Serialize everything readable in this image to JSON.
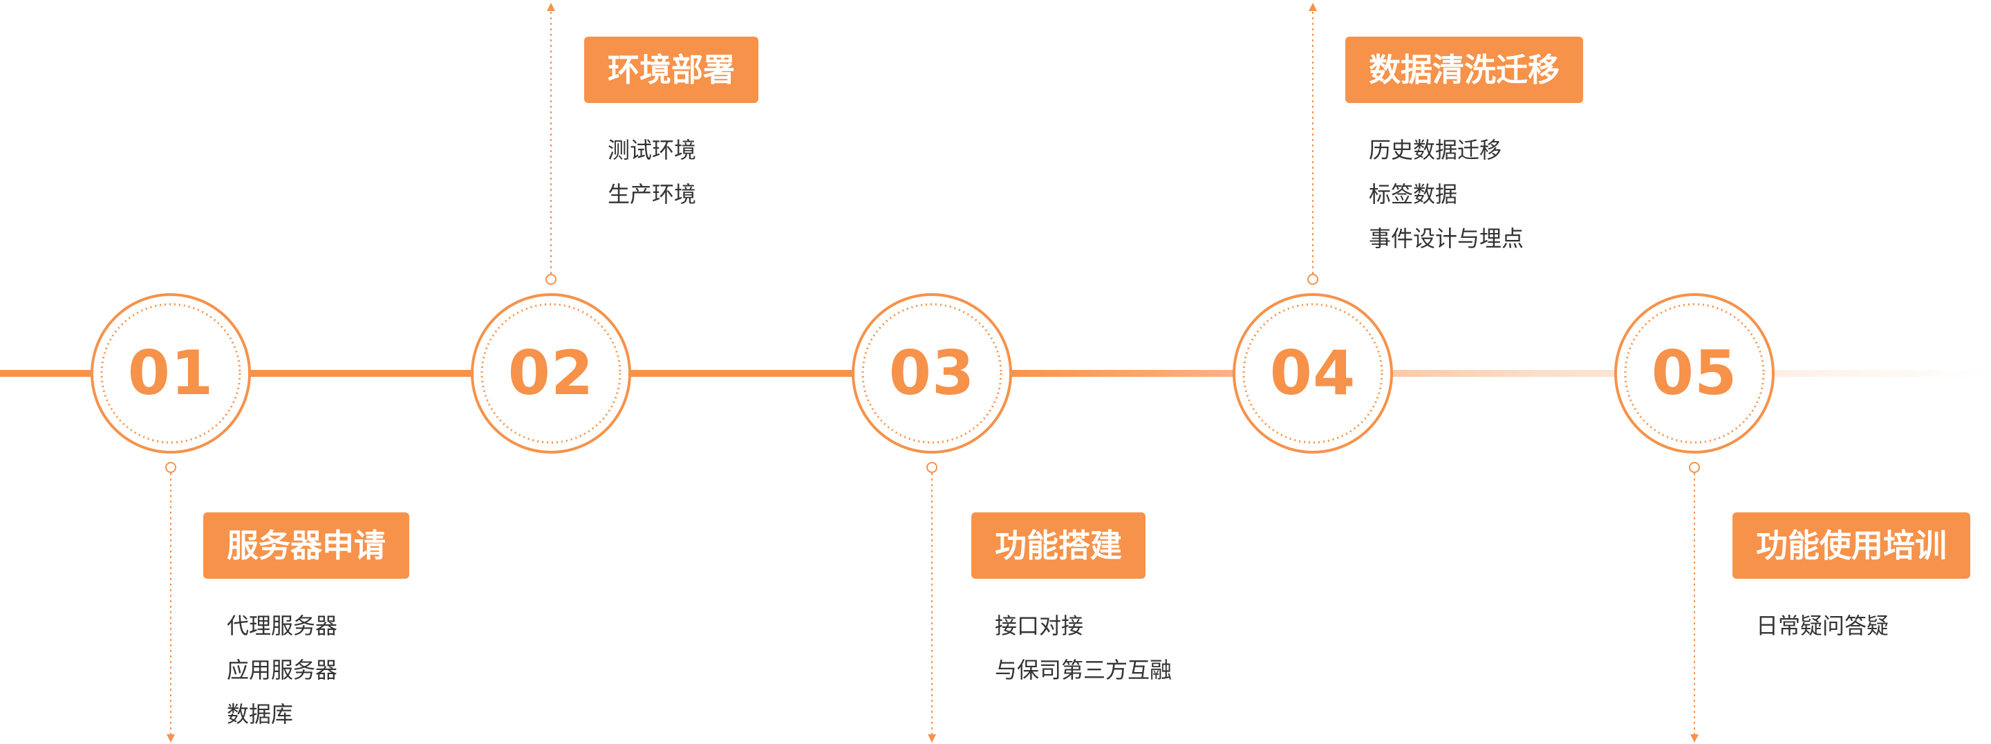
{
  "colors": {
    "accent": "#f6924a",
    "text": "#333333",
    "label_text": "#ffffff"
  },
  "steps": [
    {
      "number": "01",
      "title": "服务器申请",
      "items": [
        "代理服务器",
        "应用服务器",
        "数据库"
      ],
      "callout": "below"
    },
    {
      "number": "02",
      "title": "环境部署",
      "items": [
        "测试环境",
        "生产环境"
      ],
      "callout": "above"
    },
    {
      "number": "03",
      "title": "功能搭建",
      "items": [
        "接口对接",
        "与保司第三方互融"
      ],
      "callout": "below"
    },
    {
      "number": "04",
      "title": "数据清洗迁移",
      "items": [
        "历史数据迁移",
        "标签数据",
        "事件设计与埋点"
      ],
      "callout": "above"
    },
    {
      "number": "05",
      "title": "功能使用培训",
      "items": [
        "日常疑问答疑"
      ],
      "callout": "below"
    }
  ]
}
